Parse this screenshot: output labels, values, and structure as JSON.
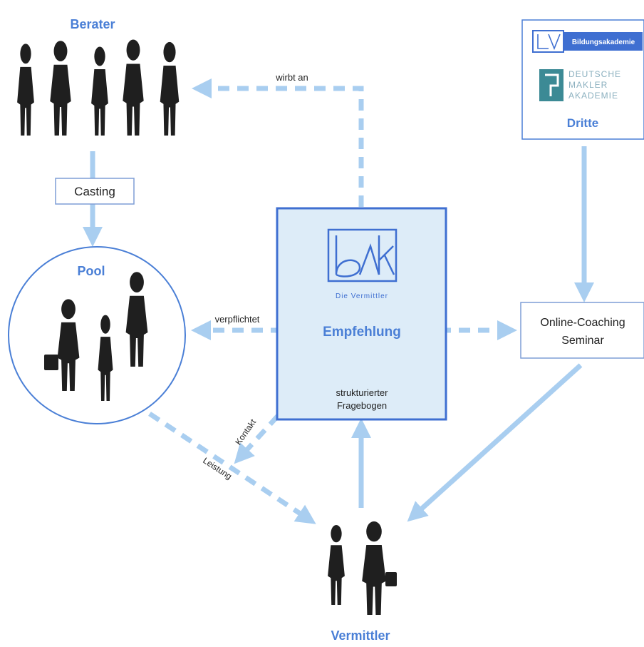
{
  "nodes": {
    "berater": "Berater",
    "casting": "Casting",
    "pool": "Pool",
    "center_brand": "Die Vermittler",
    "center_main": "Empfehlung",
    "center_sub_1": "strukturierter",
    "center_sub_2": "Fragebogen",
    "online_1": "Online-Coaching",
    "online_2": "Seminar",
    "dritte": "Dritte",
    "vermittler": "Vermittler"
  },
  "logos": {
    "bildungsakademie": "Bildungsakademie",
    "dma_1": "DEUTSCHE",
    "dma_2": "MAKLER",
    "dma_3": "AKADEMIE"
  },
  "edges": {
    "wirbt_an": "wirbt an",
    "verpflichtet": "verpflichtet",
    "kontakt": "Kontakt",
    "leistung": "Leistung"
  },
  "colors": {
    "accent": "#4a7fd6",
    "arrow": "#a9cef0",
    "box_fill": "#ddecf8",
    "frame": "#3f6fd1",
    "teal": "#3c8a95"
  }
}
